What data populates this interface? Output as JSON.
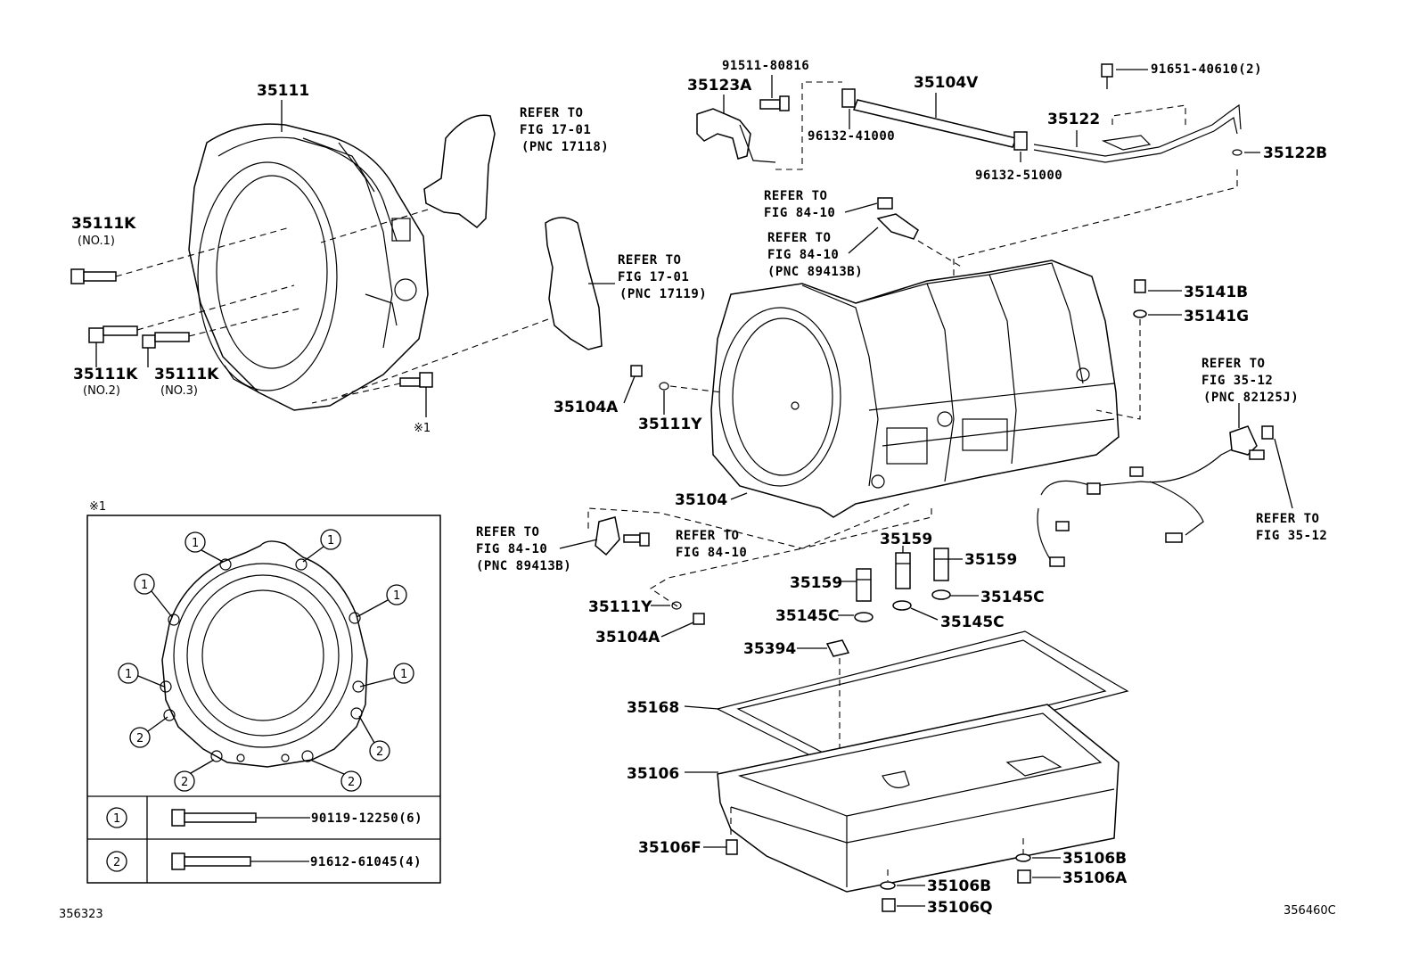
{
  "parts": {
    "p35111": "35111",
    "p35111K_1": "35111K",
    "p35111K_1_note": "(NO.1)",
    "p35111K_2": "35111K",
    "p35111K_2_note": "(NO.2)",
    "p35111K_3": "35111K",
    "p35111K_3_note": "(NO.3)",
    "mark1": "※1",
    "p35123A": "35123A",
    "p91511": "91511-80816",
    "p35104V": "35104V",
    "p96132_41": "96132-41000",
    "p91651": "91651-40610(2)",
    "p35122": "35122",
    "p35122B": "35122B",
    "p96132_51": "96132-51000",
    "p35141B": "35141B",
    "p35141G": "35141G",
    "p35104A_top": "35104A",
    "p35111Y_top": "35111Y",
    "p35104": "35104",
    "p35159_a": "35159",
    "p35159_b": "35159",
    "p35159_c": "35159",
    "p35145C_a": "35145C",
    "p35145C_b": "35145C",
    "p35145C_c": "35145C",
    "p35111Y_bot": "35111Y",
    "p35104A_bot": "35104A",
    "p35394": "35394",
    "p35168": "35168",
    "p35106": "35106",
    "p35106F": "35106F",
    "p35106B_a": "35106B",
    "p35106A": "35106A",
    "p35106B_b": "35106B",
    "p35106Q": "35106Q"
  },
  "refs": {
    "r1701_a": [
      "REFER TO",
      "FIG 17-01",
      "(PNC 17118)"
    ],
    "r1701_b": [
      "REFER TO",
      "FIG 17-01",
      "(PNC 17119)"
    ],
    "r8410_a": [
      "REFER TO",
      "FIG 84-10"
    ],
    "r8410_b": [
      "REFER TO",
      "FIG 84-10",
      "(PNC 89413B)"
    ],
    "r8410_c": [
      "REFER TO",
      "FIG 84-10",
      "(PNC 89413B)"
    ],
    "r8410_d": [
      "REFER TO",
      "FIG 84-10"
    ],
    "r3512_a": [
      "REFER TO",
      "FIG 35-12",
      "(PNC 82125J)"
    ],
    "r3512_b": [
      "REFER TO",
      "FIG 35-12"
    ]
  },
  "inset": {
    "title": "※1",
    "circle_1": "1",
    "circle_2": "2",
    "bolt1_part": "90119-12250(6)",
    "bolt2_part": "91612-61045(4)"
  },
  "footer": {
    "left_code": "356323",
    "right_code": "356460C"
  }
}
